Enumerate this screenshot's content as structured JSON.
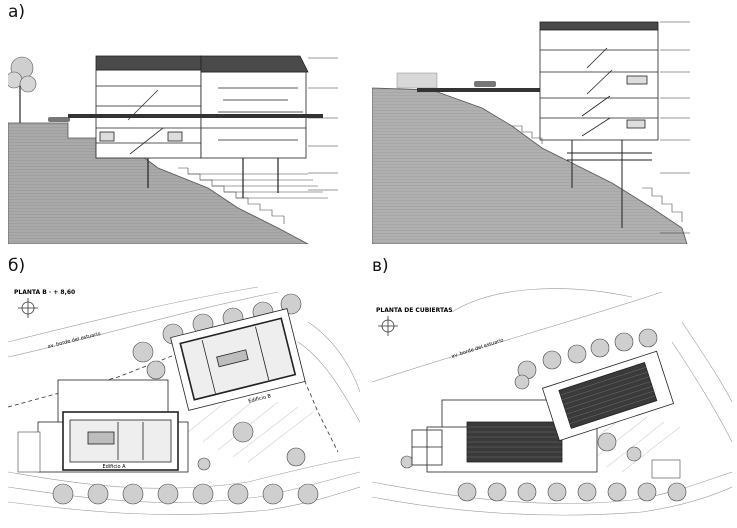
{
  "panels": {
    "a": {
      "letter": "а)"
    },
    "b": {
      "letter": "б)",
      "plan_title": "PLANTA B · + 8,60",
      "road_label": "av. borde del estuario",
      "building_a": "Edificio A",
      "building_b": "Edificio B"
    },
    "c": {
      "letter": "в)",
      "plan_title": "PLANTA DE CUBIERTAS",
      "road_label": "av. borde del estuario"
    }
  }
}
